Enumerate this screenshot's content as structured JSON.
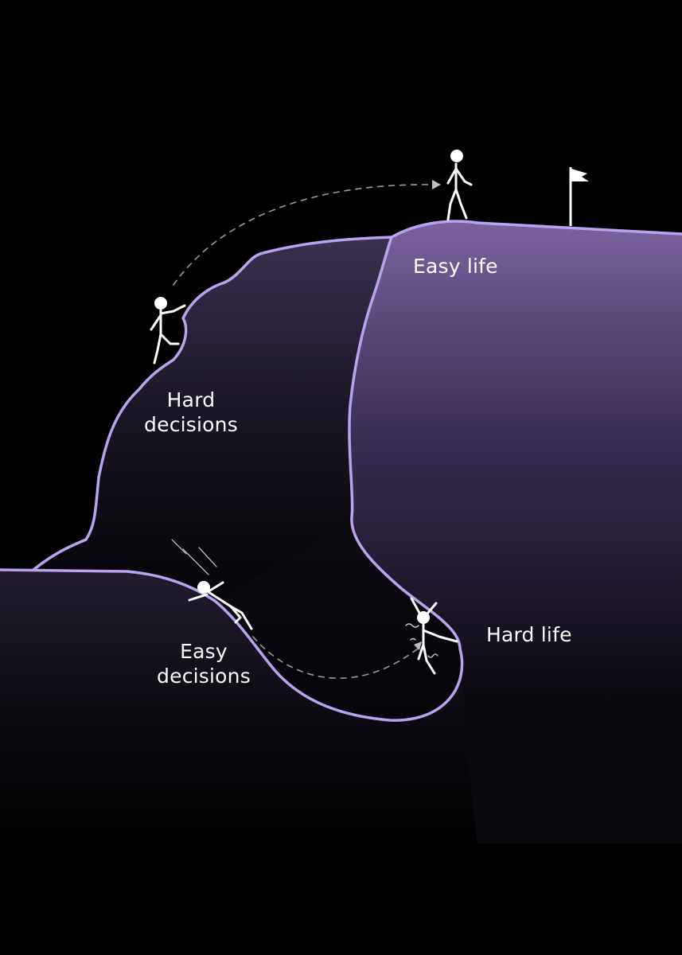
{
  "labels": {
    "easy_life": "Easy life",
    "hard_decisions": [
      "Hard",
      "decisions"
    ],
    "easy_decisions": [
      "Easy",
      "decisions"
    ],
    "hard_life": "Hard life"
  },
  "figures": [
    {
      "name": "walking-figure",
      "location": "summit"
    },
    {
      "name": "climbing-figure",
      "location": "cliff face"
    },
    {
      "name": "sliding-figure",
      "location": "slope"
    },
    {
      "name": "struggling-figure",
      "location": "pit"
    }
  ],
  "icons": [
    "flag-icon",
    "dashed-arrow-jump",
    "dashed-arrow-fall"
  ],
  "colors": {
    "background": "#000000",
    "outline": "#b9a3f0",
    "top_fill": "#7a629f",
    "dark_fill": "#17121f",
    "text": "#ffffff"
  }
}
